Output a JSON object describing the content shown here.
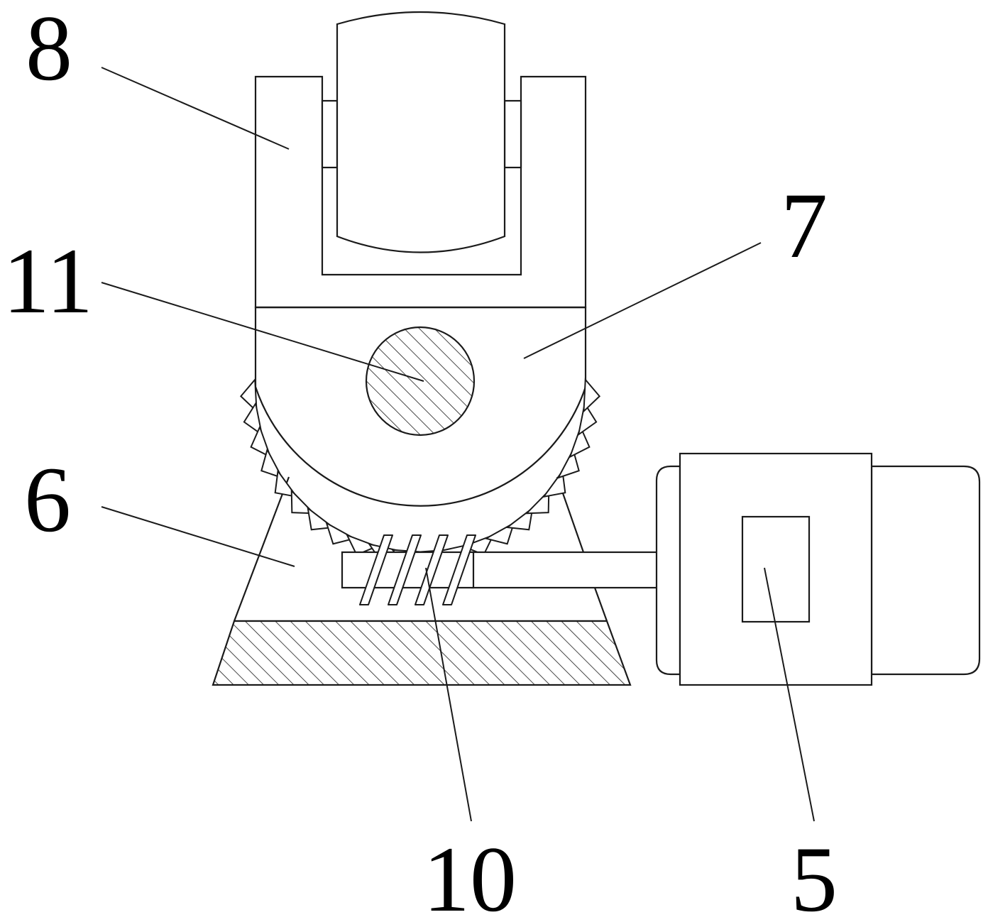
{
  "diagram": {
    "colors": {
      "stroke": "#1a1a1a",
      "background": "#ffffff",
      "text": "#000000"
    },
    "labels": [
      {
        "id": "8",
        "text": "8"
      },
      {
        "id": "11",
        "text": "11"
      },
      {
        "id": "7",
        "text": "7"
      },
      {
        "id": "6",
        "text": "6"
      },
      {
        "id": "10",
        "text": "10"
      },
      {
        "id": "5",
        "text": "5"
      }
    ]
  }
}
